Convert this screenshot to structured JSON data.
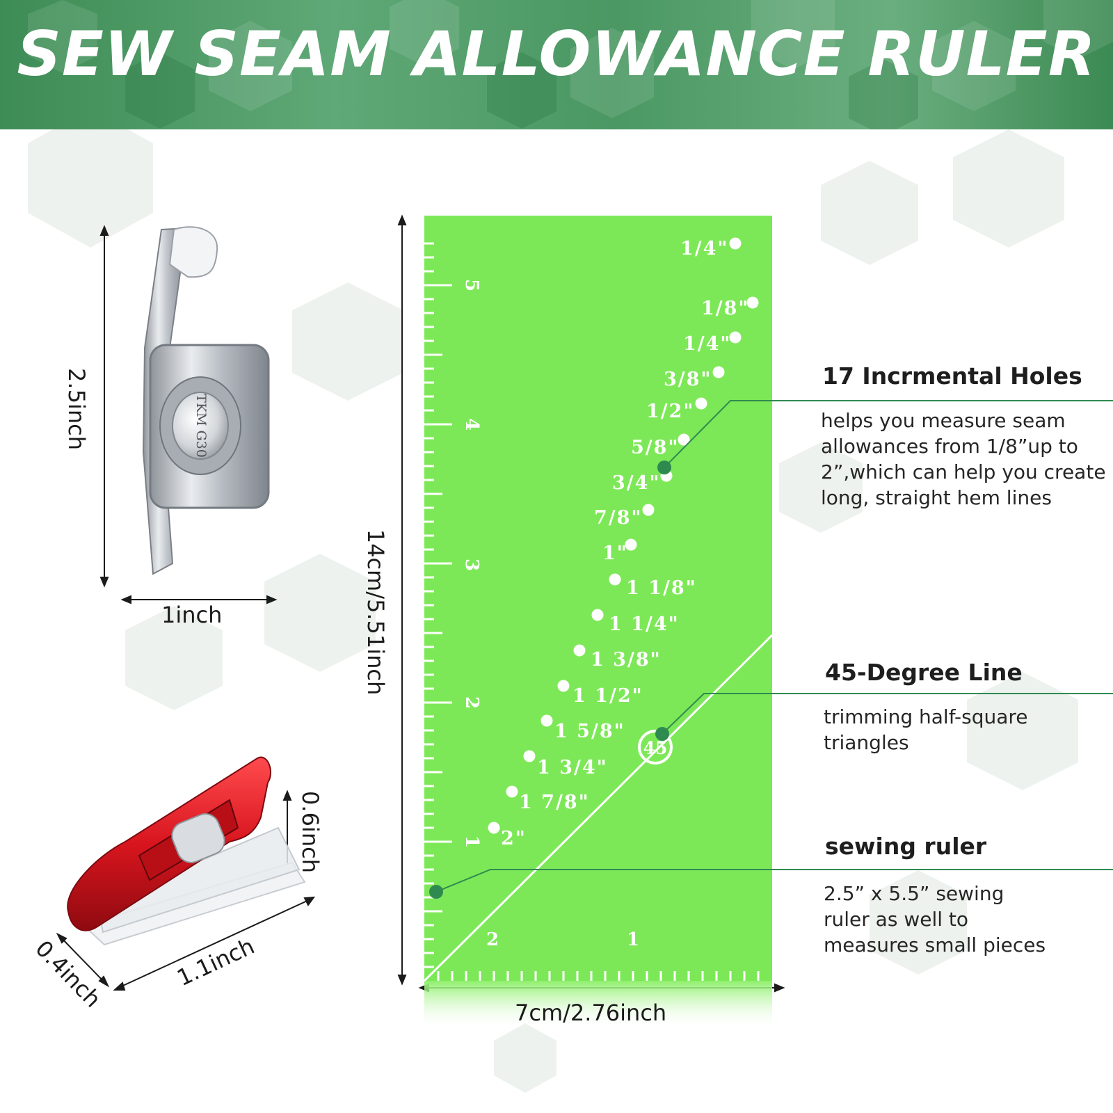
{
  "banner": {
    "title": "SEW SEAM ALLOWANCE RULER"
  },
  "colors": {
    "banner": "#4b9863",
    "ruler": "#7de857",
    "callout_line": "#2f8a50",
    "clip_red": "#d8151e"
  },
  "gauge": {
    "logo_text": "TKM G30",
    "height_label": "2.5inch",
    "width_label": "1inch"
  },
  "clip": {
    "height_label": "0.6inch",
    "depth_label": "0.4inch",
    "length_label": "1.1inch"
  },
  "ruler": {
    "height_label": "14cm/5.51inch",
    "width_label": "7cm/2.76inch",
    "side_numbers": [
      "5",
      "4",
      "3",
      "2",
      "1"
    ],
    "bottom_numbers": [
      "2",
      "1"
    ],
    "degree_label": "45",
    "holes": [
      "1/4\"",
      "1/8\"",
      "1/4\"",
      "3/8\"",
      "1/2\"",
      "5/8\"",
      "3/4\"",
      "7/8\"",
      "1\"",
      "1 1/8\"",
      "1 1/4\"",
      "1 3/8\"",
      "1 1/2\"",
      "1 5/8\"",
      "1 3/4\"",
      "1 7/8\"",
      "2\""
    ]
  },
  "callouts": [
    {
      "title": "17 Incrmental Holes",
      "lines": [
        "helps you measure seam",
        "allowances from 1/8”up to",
        "2”,which can help you create",
        "long, straight hem lines"
      ]
    },
    {
      "title": "45-Degree Line",
      "lines": [
        "trimming half-square",
        "triangles"
      ]
    },
    {
      "title": "sewing ruler",
      "lines": [
        "2.5”   x 5.5”  sewing",
        "ruler as well to",
        "measures small pieces"
      ]
    }
  ]
}
